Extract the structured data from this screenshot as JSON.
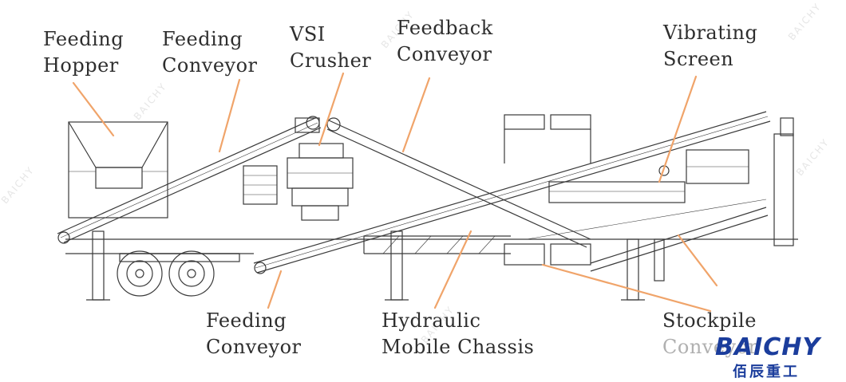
{
  "labels": {
    "feeding_hopper": [
      "Feeding",
      "Hopper"
    ],
    "feeding_conveyor_top": [
      "Feeding",
      "Conveyor"
    ],
    "vsi_crusher": [
      "VSI",
      "Crusher"
    ],
    "feedback_conveyor": [
      "Feedback",
      "Conveyor"
    ],
    "vibrating_screen": [
      "Vibrating",
      "Screen"
    ],
    "feeding_conveyor_bottom": [
      "Feeding",
      "Conveyor"
    ],
    "hydraulic_chassis": [
      "Hydraulic",
      "Mobile Chassis"
    ],
    "stockpile_conveyor": [
      "Stockpile",
      "Conveyor"
    ]
  },
  "logo": {
    "word": "BAICHY",
    "chinese": "佰辰重工"
  },
  "watermark": "BAICHY",
  "colors": {
    "leader_line": "#f0a46a",
    "drawing_line": "#3a3a3a",
    "text": "#2e2e2e",
    "brand": "#1b3d9c"
  }
}
